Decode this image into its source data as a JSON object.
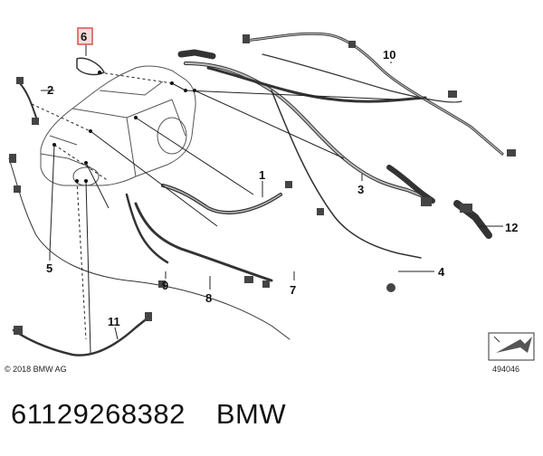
{
  "diagram": {
    "callouts": {
      "c1": "1",
      "c2": "2",
      "c3": "3",
      "c4": "4",
      "c5": "5",
      "c6": "6",
      "c7": "7",
      "c8": "8",
      "c9": "9",
      "c10": "10",
      "c11": "11",
      "c12": "12"
    },
    "highlighted_callout": "6",
    "highlight_color": "#d9534f",
    "copyright": "© 2018 BMW AG",
    "image_number": "494046"
  },
  "footer": {
    "part_number": "61129268382",
    "brand": "BMW"
  }
}
